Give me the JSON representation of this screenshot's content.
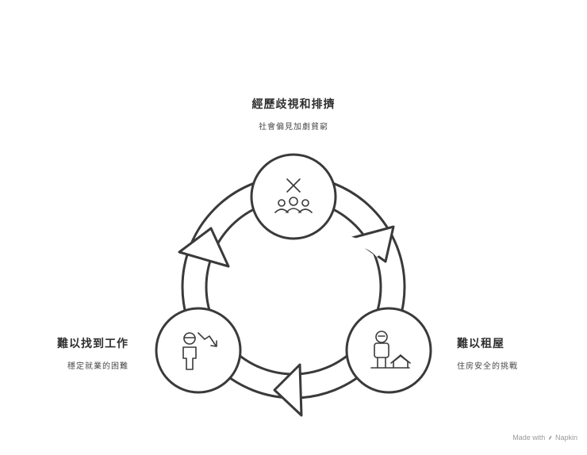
{
  "nodes": {
    "top": {
      "title": "經歷歧視和排擠",
      "subtitle": "社會偏見加劇貧窮",
      "icon": "discrimination-group-icon"
    },
    "right": {
      "title": "難以租屋",
      "subtitle": "住房安全的挑戰",
      "icon": "homeless-person-icon"
    },
    "left": {
      "title": "難以找到工作",
      "subtitle": "穩定就業的困難",
      "icon": "job-decline-icon"
    }
  },
  "cycle": {
    "direction": "clockwise",
    "order": [
      "top",
      "right",
      "left"
    ]
  },
  "branding": {
    "made_with": "Made with",
    "brand_name": "Napkin",
    "brand_icon": "napkin-logo-icon"
  },
  "colors": {
    "stroke": "#3a3a3a",
    "fill": "#ffffff",
    "text": "#2e2e2e"
  }
}
